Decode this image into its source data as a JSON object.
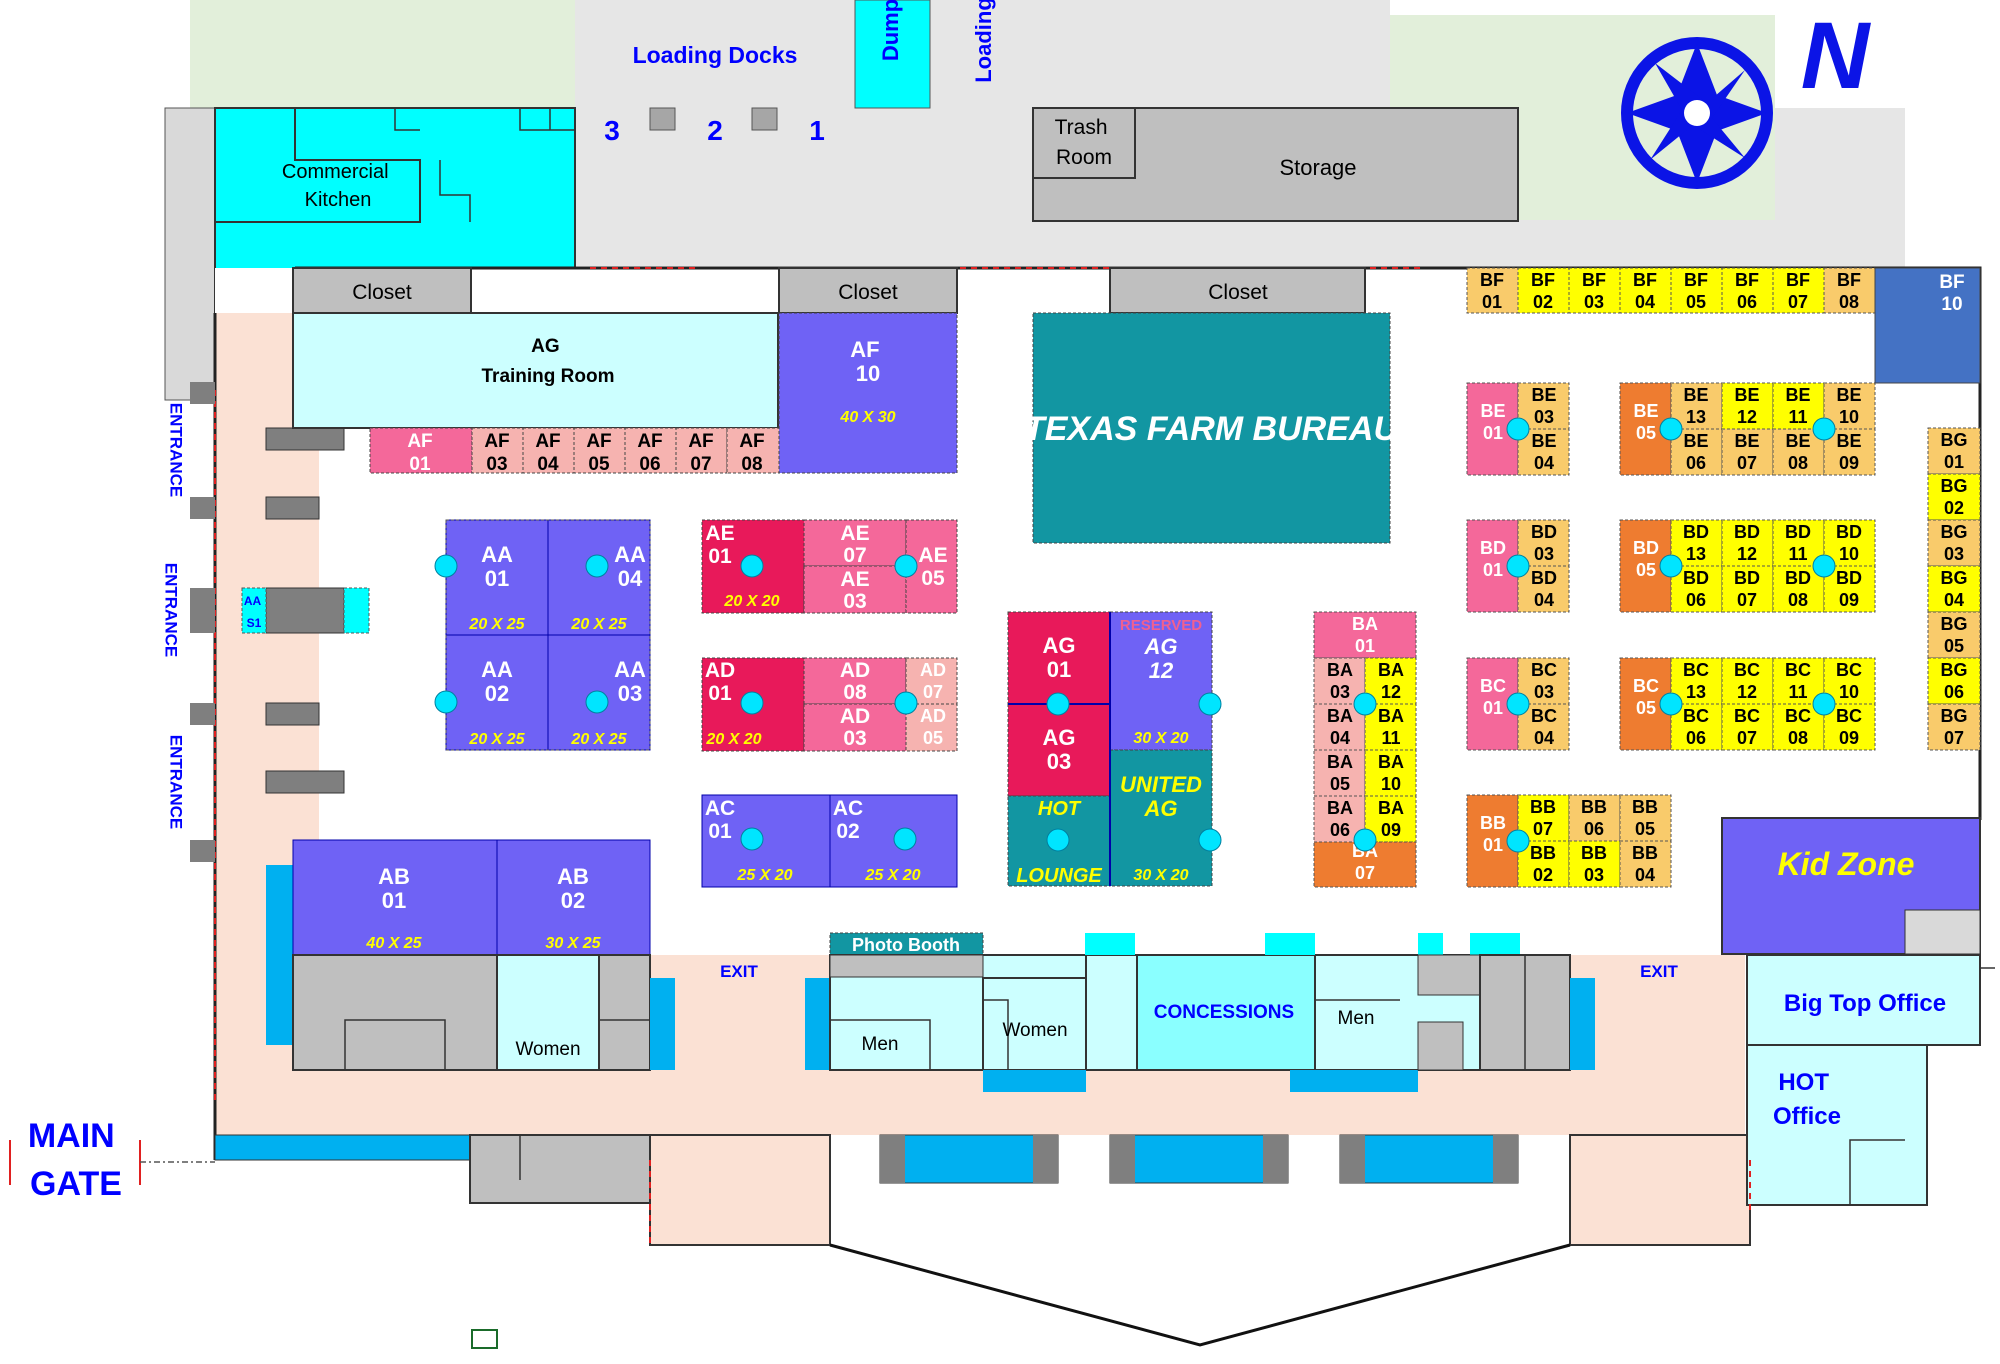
{
  "loading": {
    "docks_label": "Loading Docks",
    "side_label": "Loading",
    "dump_label": "Dump",
    "dock_numbers": [
      "3",
      "2",
      "1"
    ]
  },
  "rooms": {
    "commercial_kitchen": [
      "Commercial",
      "Kitchen"
    ],
    "trash_room": [
      "Trash",
      "Room"
    ],
    "storage": "Storage",
    "closet": "Closet",
    "training_room": [
      "AG",
      "Training Room"
    ],
    "texas_farm_bureau": "TEXAS FARM BUREAU",
    "kid_zone": "Kid Zone",
    "photo_booth": "Photo Booth",
    "concessions": "CONCESSIONS",
    "women": "Women",
    "men": "Men",
    "big_top_office": "Big Top Office",
    "hot_office": [
      "HOT",
      "Office"
    ]
  },
  "entrances": {
    "entrance_label": "ENTRANCE",
    "exit_label": "EXIT",
    "main_gate": [
      "MAIN",
      "GATE"
    ]
  },
  "compass": {
    "north_label": "N"
  },
  "booths": {
    "af10": {
      "lines": [
        "AF",
        "10"
      ],
      "size": "40 X 30"
    },
    "af_row": [
      {
        "lines": [
          "AF",
          "01"
        ]
      },
      {
        "lines": [
          "AF",
          "03"
        ]
      },
      {
        "lines": [
          "AF",
          "04"
        ]
      },
      {
        "lines": [
          "AF",
          "05"
        ]
      },
      {
        "lines": [
          "AF",
          "06"
        ]
      },
      {
        "lines": [
          "AF",
          "07"
        ]
      },
      {
        "lines": [
          "AF",
          "08"
        ]
      }
    ],
    "aa": [
      {
        "lines": [
          "AA",
          "01"
        ],
        "size": "20 X 25"
      },
      {
        "lines": [
          "AA",
          "04"
        ],
        "size": "20 X 25"
      },
      {
        "lines": [
          "AA",
          "02"
        ],
        "size": "20 X 25"
      },
      {
        "lines": [
          "AA",
          "03"
        ],
        "size": "20 X 25"
      }
    ],
    "aa_s1": [
      "AA",
      "S1"
    ],
    "ae": [
      {
        "lines": [
          "AE",
          "01"
        ],
        "size": "20 X 20"
      },
      {
        "lines": [
          "AE",
          "07"
        ]
      },
      {
        "lines": [
          "AE",
          "03"
        ]
      },
      {
        "lines": [
          "AE",
          "05"
        ]
      }
    ],
    "ad": [
      {
        "lines": [
          "AD",
          "01"
        ],
        "size": "20 X 20"
      },
      {
        "lines": [
          "AD",
          "08"
        ]
      },
      {
        "lines": [
          "AD",
          "03"
        ]
      },
      {
        "lines": [
          "AD",
          "07"
        ]
      },
      {
        "lines": [
          "AD",
          "05"
        ]
      }
    ],
    "ac": [
      {
        "lines": [
          "AC",
          "01"
        ],
        "size": "25 X 20"
      },
      {
        "lines": [
          "AC",
          "02"
        ],
        "size": "25 X 20"
      }
    ],
    "ab": [
      {
        "lines": [
          "AB",
          "01"
        ],
        "size": "40 X 25"
      },
      {
        "lines": [
          "AB",
          "02"
        ],
        "size": "30 X 25"
      }
    ],
    "ag_center": {
      "ag01": [
        "AG",
        "01"
      ],
      "ag03": [
        "AG",
        "03"
      ],
      "reserved": "RESERVED",
      "ag12": [
        "AG",
        "12"
      ],
      "ag12_size": "30 X 20",
      "hot_lounge": [
        "HOT",
        "LOUNGE"
      ],
      "united_ag": [
        "UNITED",
        "AG"
      ],
      "united_size": "30 X 20"
    },
    "ba": {
      "top": [
        "BA",
        "01"
      ],
      "bottom": [
        "BA",
        "07"
      ],
      "left": [
        [
          "BA",
          "03"
        ],
        [
          "BA",
          "04"
        ],
        [
          "BA",
          "05"
        ],
        [
          "BA",
          "06"
        ]
      ],
      "right": [
        [
          "BA",
          "12"
        ],
        [
          "BA",
          "11"
        ],
        [
          "BA",
          "10"
        ],
        [
          "BA",
          "09"
        ]
      ]
    },
    "bf": [
      [
        "BF",
        "01"
      ],
      [
        "BF",
        "02"
      ],
      [
        "BF",
        "03"
      ],
      [
        "BF",
        "04"
      ],
      [
        "BF",
        "05"
      ],
      [
        "BF",
        "06"
      ],
      [
        "BF",
        "07"
      ],
      [
        "BF",
        "08"
      ]
    ],
    "bf10": [
      "BF",
      "10"
    ],
    "bg": [
      [
        "BG",
        "01"
      ],
      [
        "BG",
        "02"
      ],
      [
        "BG",
        "03"
      ],
      [
        "BG",
        "04"
      ],
      [
        "BG",
        "05"
      ],
      [
        "BG",
        "06"
      ],
      [
        "BG",
        "07"
      ]
    ],
    "be": {
      "left": [
        "BE",
        "01"
      ],
      "left_top": [
        "BE",
        "03"
      ],
      "left_bot": [
        "BE",
        "04"
      ],
      "mid": [
        "BE",
        "05"
      ],
      "top": [
        [
          "BE",
          "13"
        ],
        [
          "BE",
          "12"
        ],
        [
          "BE",
          "11"
        ],
        [
          "BE",
          "10"
        ]
      ],
      "bot": [
        [
          "BE",
          "06"
        ],
        [
          "BE",
          "07"
        ],
        [
          "BE",
          "08"
        ],
        [
          "BE",
          "09"
        ]
      ]
    },
    "bd": {
      "left": [
        "BD",
        "01"
      ],
      "left_top": [
        "BD",
        "03"
      ],
      "left_bot": [
        "BD",
        "04"
      ],
      "mid": [
        "BD",
        "05"
      ],
      "top": [
        [
          "BD",
          "13"
        ],
        [
          "BD",
          "12"
        ],
        [
          "BD",
          "11"
        ],
        [
          "BD",
          "10"
        ]
      ],
      "bot": [
        [
          "BD",
          "06"
        ],
        [
          "BD",
          "07"
        ],
        [
          "BD",
          "08"
        ],
        [
          "BD",
          "09"
        ]
      ]
    },
    "bc": {
      "left": [
        "BC",
        "01"
      ],
      "left_top": [
        "BC",
        "03"
      ],
      "left_bot": [
        "BC",
        "04"
      ],
      "mid": [
        "BC",
        "05"
      ],
      "top": [
        [
          "BC",
          "13"
        ],
        [
          "BC",
          "12"
        ],
        [
          "BC",
          "11"
        ],
        [
          "BC",
          "10"
        ]
      ],
      "bot": [
        [
          "BC",
          "06"
        ],
        [
          "BC",
          "07"
        ],
        [
          "BC",
          "08"
        ],
        [
          "BC",
          "09"
        ]
      ]
    },
    "bb": {
      "left": [
        "BB",
        "01"
      ],
      "top": [
        [
          "BB",
          "07"
        ],
        [
          "BB",
          "06"
        ],
        [
          "BB",
          "05"
        ]
      ],
      "bot": [
        [
          "BB",
          "02"
        ],
        [
          "BB",
          "03"
        ],
        [
          "BB",
          "04"
        ]
      ]
    }
  },
  "colors": {
    "yellow": "#ffff00",
    "light_orange": "#f9cb6b",
    "orange": "#ee7c30",
    "pink": "#f4689a",
    "crimson": "#e8195a",
    "light_pink": "#f6b3b0",
    "blue_booth": "#6f62f5",
    "teal": "#1296a2",
    "cyan": "#00ffff",
    "light_cyan": "#ccffff",
    "peach": "#fbe1d4",
    "gray": "#bfbfbf",
    "navy_text": "#0000ff",
    "bf10_blue": "#4472c4"
  }
}
